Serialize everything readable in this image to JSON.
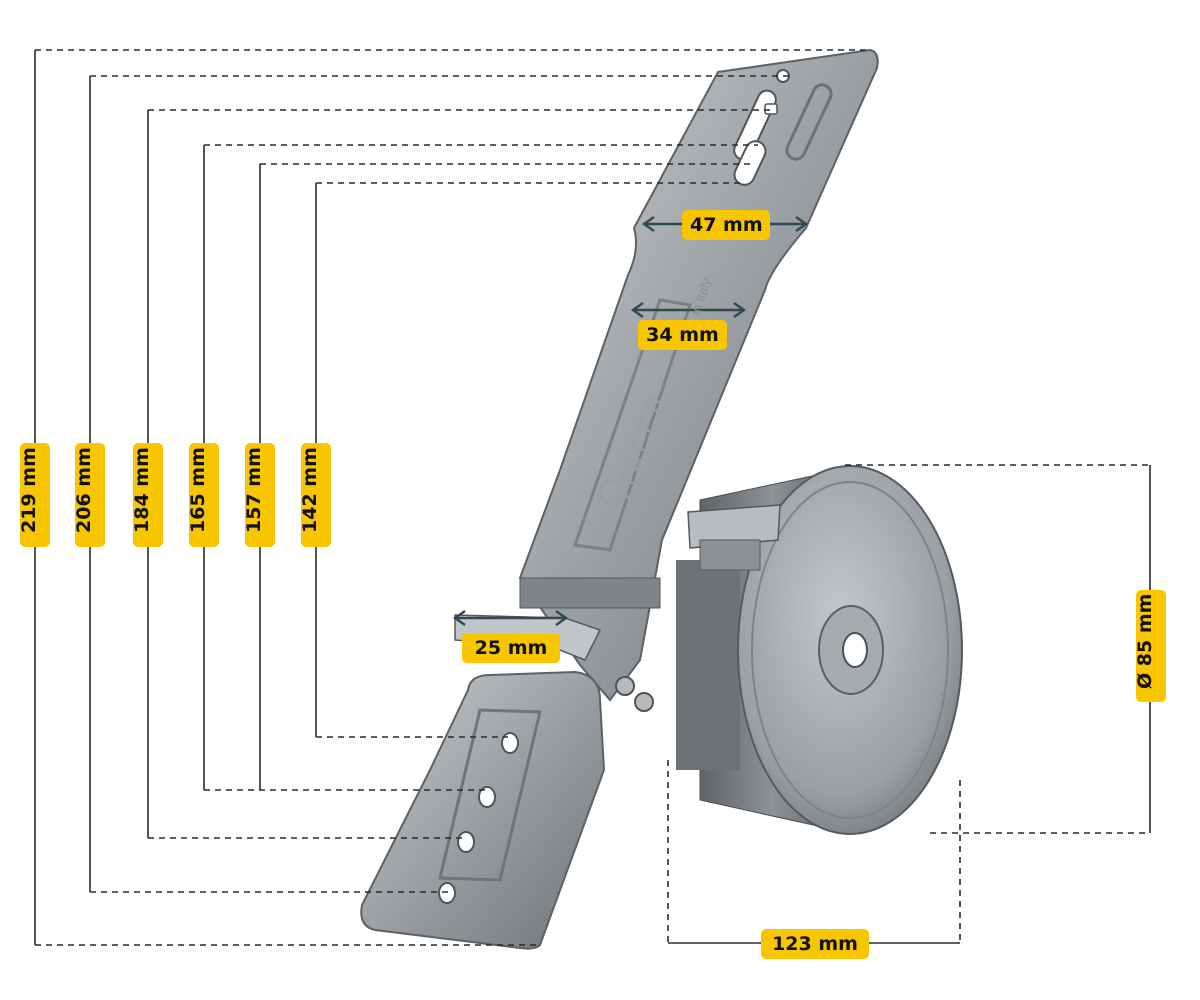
{
  "product": {
    "brand": "STAFER",
    "origin": "in Italy"
  },
  "dimensions": {
    "heights": [
      "219 mm",
      "206 mm",
      "184 mm",
      "165 mm",
      "157 mm",
      "142 mm"
    ],
    "top_width": "47 mm",
    "mid_width": "34 mm",
    "clip_width": "25 mm",
    "drum_diameter": "Ø 85 mm",
    "base_depth": "123 mm"
  },
  "colors": {
    "label_fill": "#f7c600",
    "metal": "#9aa0a5",
    "dim_line": "#2a2a2a"
  }
}
